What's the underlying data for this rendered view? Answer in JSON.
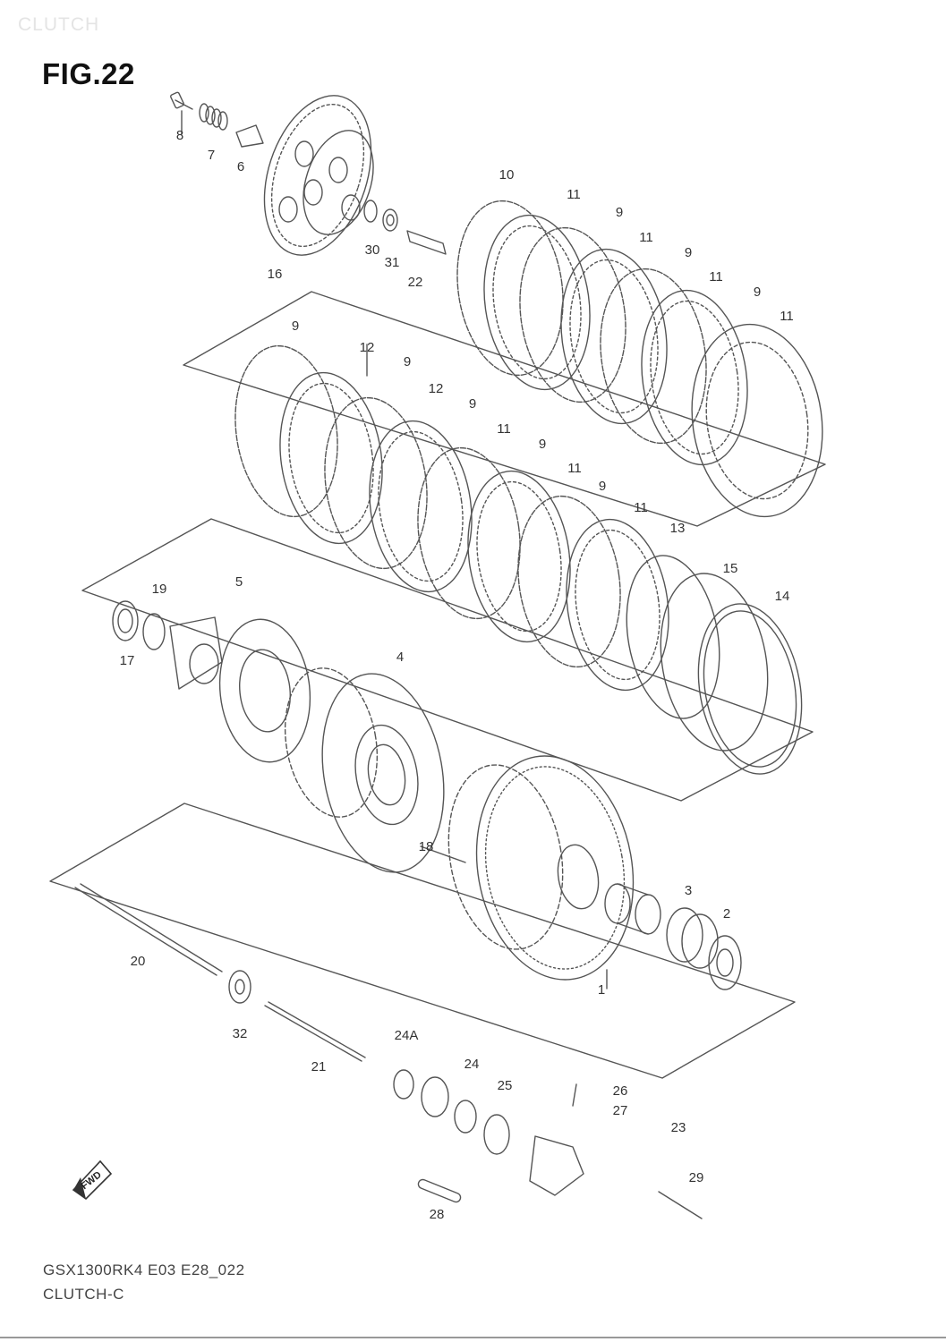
{
  "header": {
    "watermark": "CLUTCH",
    "figure": "FIG.22"
  },
  "callouts": [
    {
      "id": "8",
      "text": "8"
    },
    {
      "id": "7",
      "text": "7"
    },
    {
      "id": "6",
      "text": "6"
    },
    {
      "id": "16",
      "text": "16"
    },
    {
      "id": "30",
      "text": "30"
    },
    {
      "id": "31",
      "text": "31"
    },
    {
      "id": "22",
      "text": "22"
    },
    {
      "id": "10",
      "text": "10"
    },
    {
      "id": "11a",
      "text": "11"
    },
    {
      "id": "9a",
      "text": "9"
    },
    {
      "id": "11b",
      "text": "11"
    },
    {
      "id": "9b",
      "text": "9"
    },
    {
      "id": "11c",
      "text": "11"
    },
    {
      "id": "9c",
      "text": "9"
    },
    {
      "id": "11d",
      "text": "11"
    },
    {
      "id": "9d",
      "text": "9"
    },
    {
      "id": "12a",
      "text": "12"
    },
    {
      "id": "9e",
      "text": "9"
    },
    {
      "id": "12b",
      "text": "12"
    },
    {
      "id": "9f",
      "text": "9"
    },
    {
      "id": "11e",
      "text": "11"
    },
    {
      "id": "9g",
      "text": "9"
    },
    {
      "id": "11f",
      "text": "11"
    },
    {
      "id": "9h",
      "text": "9"
    },
    {
      "id": "11g",
      "text": "11"
    },
    {
      "id": "13",
      "text": "13"
    },
    {
      "id": "15",
      "text": "15"
    },
    {
      "id": "14",
      "text": "14"
    },
    {
      "id": "19",
      "text": "19"
    },
    {
      "id": "5",
      "text": "5"
    },
    {
      "id": "17",
      "text": "17"
    },
    {
      "id": "4",
      "text": "4"
    },
    {
      "id": "18",
      "text": "18"
    },
    {
      "id": "3",
      "text": "3"
    },
    {
      "id": "2",
      "text": "2"
    },
    {
      "id": "1",
      "text": "1"
    },
    {
      "id": "20",
      "text": "20"
    },
    {
      "id": "32",
      "text": "32"
    },
    {
      "id": "21",
      "text": "21"
    },
    {
      "id": "24A",
      "text": "24A"
    },
    {
      "id": "24",
      "text": "24"
    },
    {
      "id": "25",
      "text": "25"
    },
    {
      "id": "26",
      "text": "26"
    },
    {
      "id": "27",
      "text": "27"
    },
    {
      "id": "23",
      "text": "23"
    },
    {
      "id": "29",
      "text": "29"
    },
    {
      "id": "28",
      "text": "28"
    }
  ],
  "fwd_badge": "FWD",
  "footer": {
    "code": "GSX1300RK4 E03 E28_022",
    "name": "CLUTCH-C"
  }
}
